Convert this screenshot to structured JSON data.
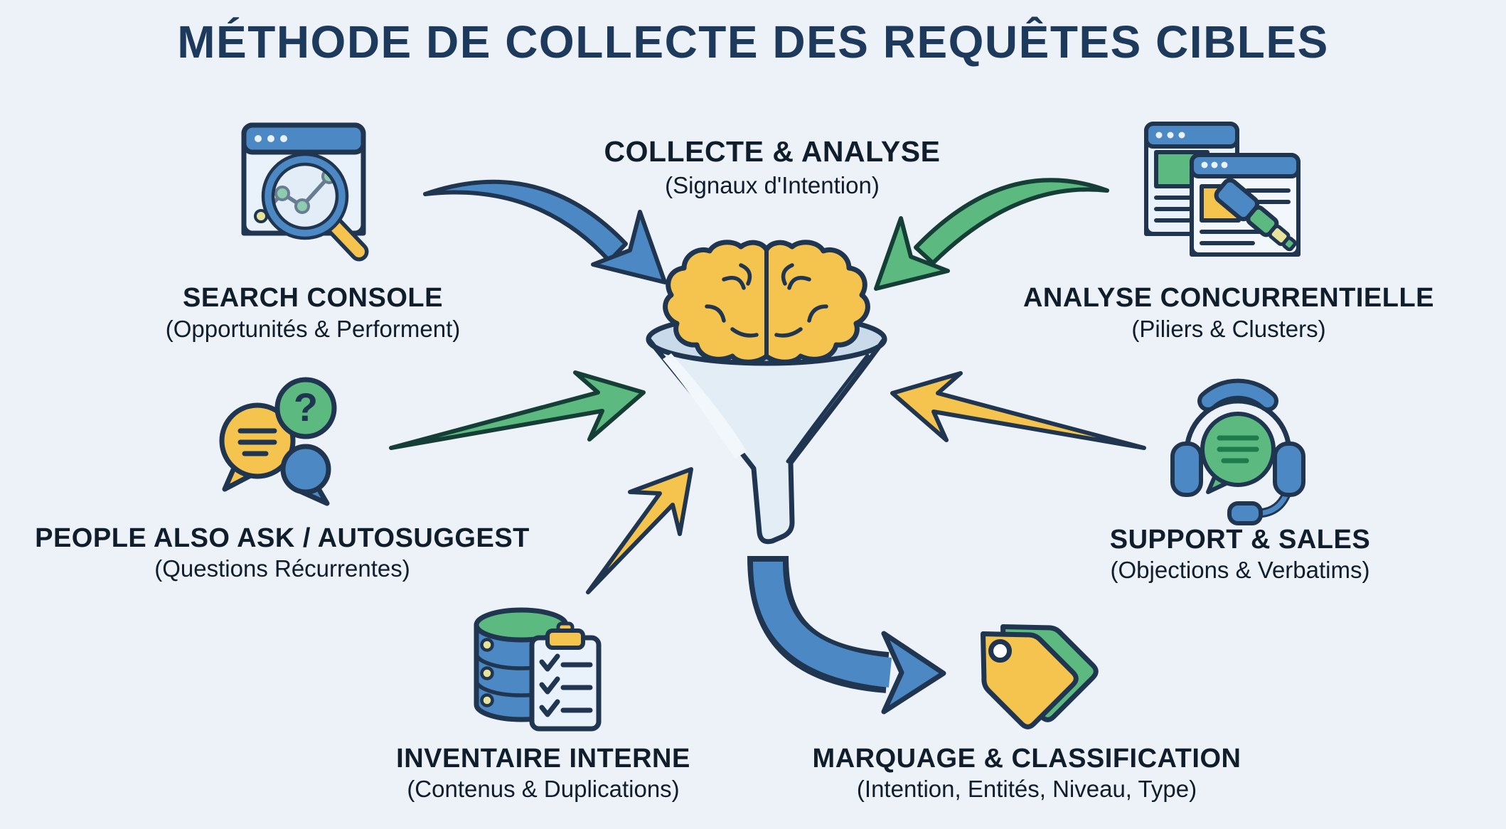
{
  "title": "MÉTHODE DE COLLECTE DES REQUÊTES CIBLES",
  "center": {
    "label": "COLLECTE & ANALYSE",
    "sublabel": "(Signaux d'Intention)"
  },
  "nodes": {
    "search_console": {
      "label": "SEARCH CONSOLE",
      "sublabel": "(Opportunités & Performent)"
    },
    "analyse_concurrentielle": {
      "label": "ANALYSE CONCURRENTIELLE",
      "sublabel": "(Piliers & Clusters)"
    },
    "people_also_ask": {
      "label": "PEOPLE ALSO ASK / AUTOSUGGEST",
      "sublabel": "(Questions Récurrentes)"
    },
    "support_sales": {
      "label": "SUPPORT & SALES",
      "sublabel": "(Objections & Verbatims)"
    },
    "inventaire_interne": {
      "label": "INVENTAIRE INTERNE",
      "sublabel": "(Contenus & Duplications)"
    },
    "marquage_classification": {
      "label": "MARQUAGE & CLASSIFICATION",
      "sublabel": "(Intention, Entités, Niveau, Type)"
    }
  },
  "glyphs": {
    "question_mark": "?"
  },
  "icons": {
    "center": "brain-funnel-icon",
    "search_console": "browser-magnifier-chart-icon",
    "analyse_concurrentielle": "browser-windows-telescope-icon",
    "people_also_ask": "speech-bubbles-question-icon",
    "support_sales": "headset-chat-icon",
    "inventaire_interne": "database-checklist-icon",
    "marquage_classification": "price-tags-icon"
  },
  "colors": {
    "bg": "#edf1f8",
    "title": "#1d3a5c",
    "text": "#101d2b",
    "blue": "#4c88c4",
    "navy": "#1f3550",
    "green": "#5cb97f",
    "green_dark": "#153f36",
    "yellow": "#f4c44e",
    "yellow_pale": "#e7e39a",
    "funnel": "#e3edf6",
    "funnel_rim": "#c9daea",
    "funnel_hi": "#f2f7fb",
    "window": "#e9f1fa",
    "window2": "#f2f7fc",
    "bubble_line": "#1d7a4a",
    "white": "#fdfefe"
  }
}
